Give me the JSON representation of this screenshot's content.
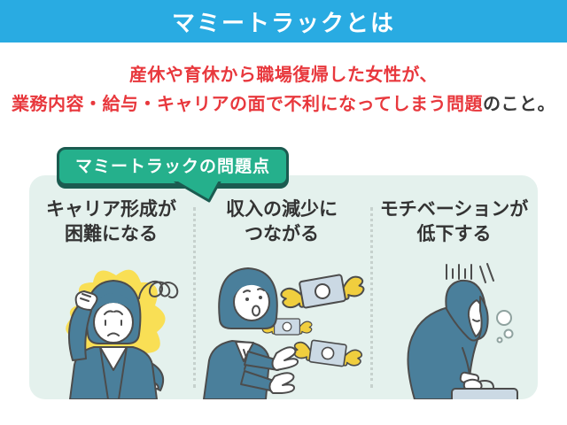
{
  "header": {
    "title": "マミートラックとは"
  },
  "intro": {
    "line1": "産休や育休から職場復帰した女性が、",
    "line2_red": "業務内容・給与・キャリアの面で不利になってしまう問題",
    "line2_dark": "のこと。"
  },
  "problems": {
    "badge_label": "マミートラックの問題点",
    "items": [
      {
        "title_line1": "キャリア形成が",
        "title_line2": "困難になる",
        "illustration": "confused-woman-scratching-head-icon"
      },
      {
        "title_line1": "収入の減少に",
        "title_line2": "つながる",
        "illustration": "surprised-woman-money-flying-away-icon"
      },
      {
        "title_line1": "モチベーションが",
        "title_line2": "低下する",
        "illustration": "dejected-woman-with-briefcase-icon"
      }
    ]
  },
  "colors": {
    "header_bg": "#29ABE2",
    "accent_red": "#E8383D",
    "text_dark": "#3A3A3A",
    "badge_green": "#25B08C",
    "badge_outline": "#1B5B50",
    "panel_mint": "#E4F1ED",
    "divider": "#C6D1CD",
    "illustration_teal": "#4A7F9B",
    "illustration_yellow": "#F9DF55",
    "wing_yellow": "#F0CE3E",
    "bill_gray": "#CBD9E4",
    "outline_ink": "#4C4C4C"
  }
}
